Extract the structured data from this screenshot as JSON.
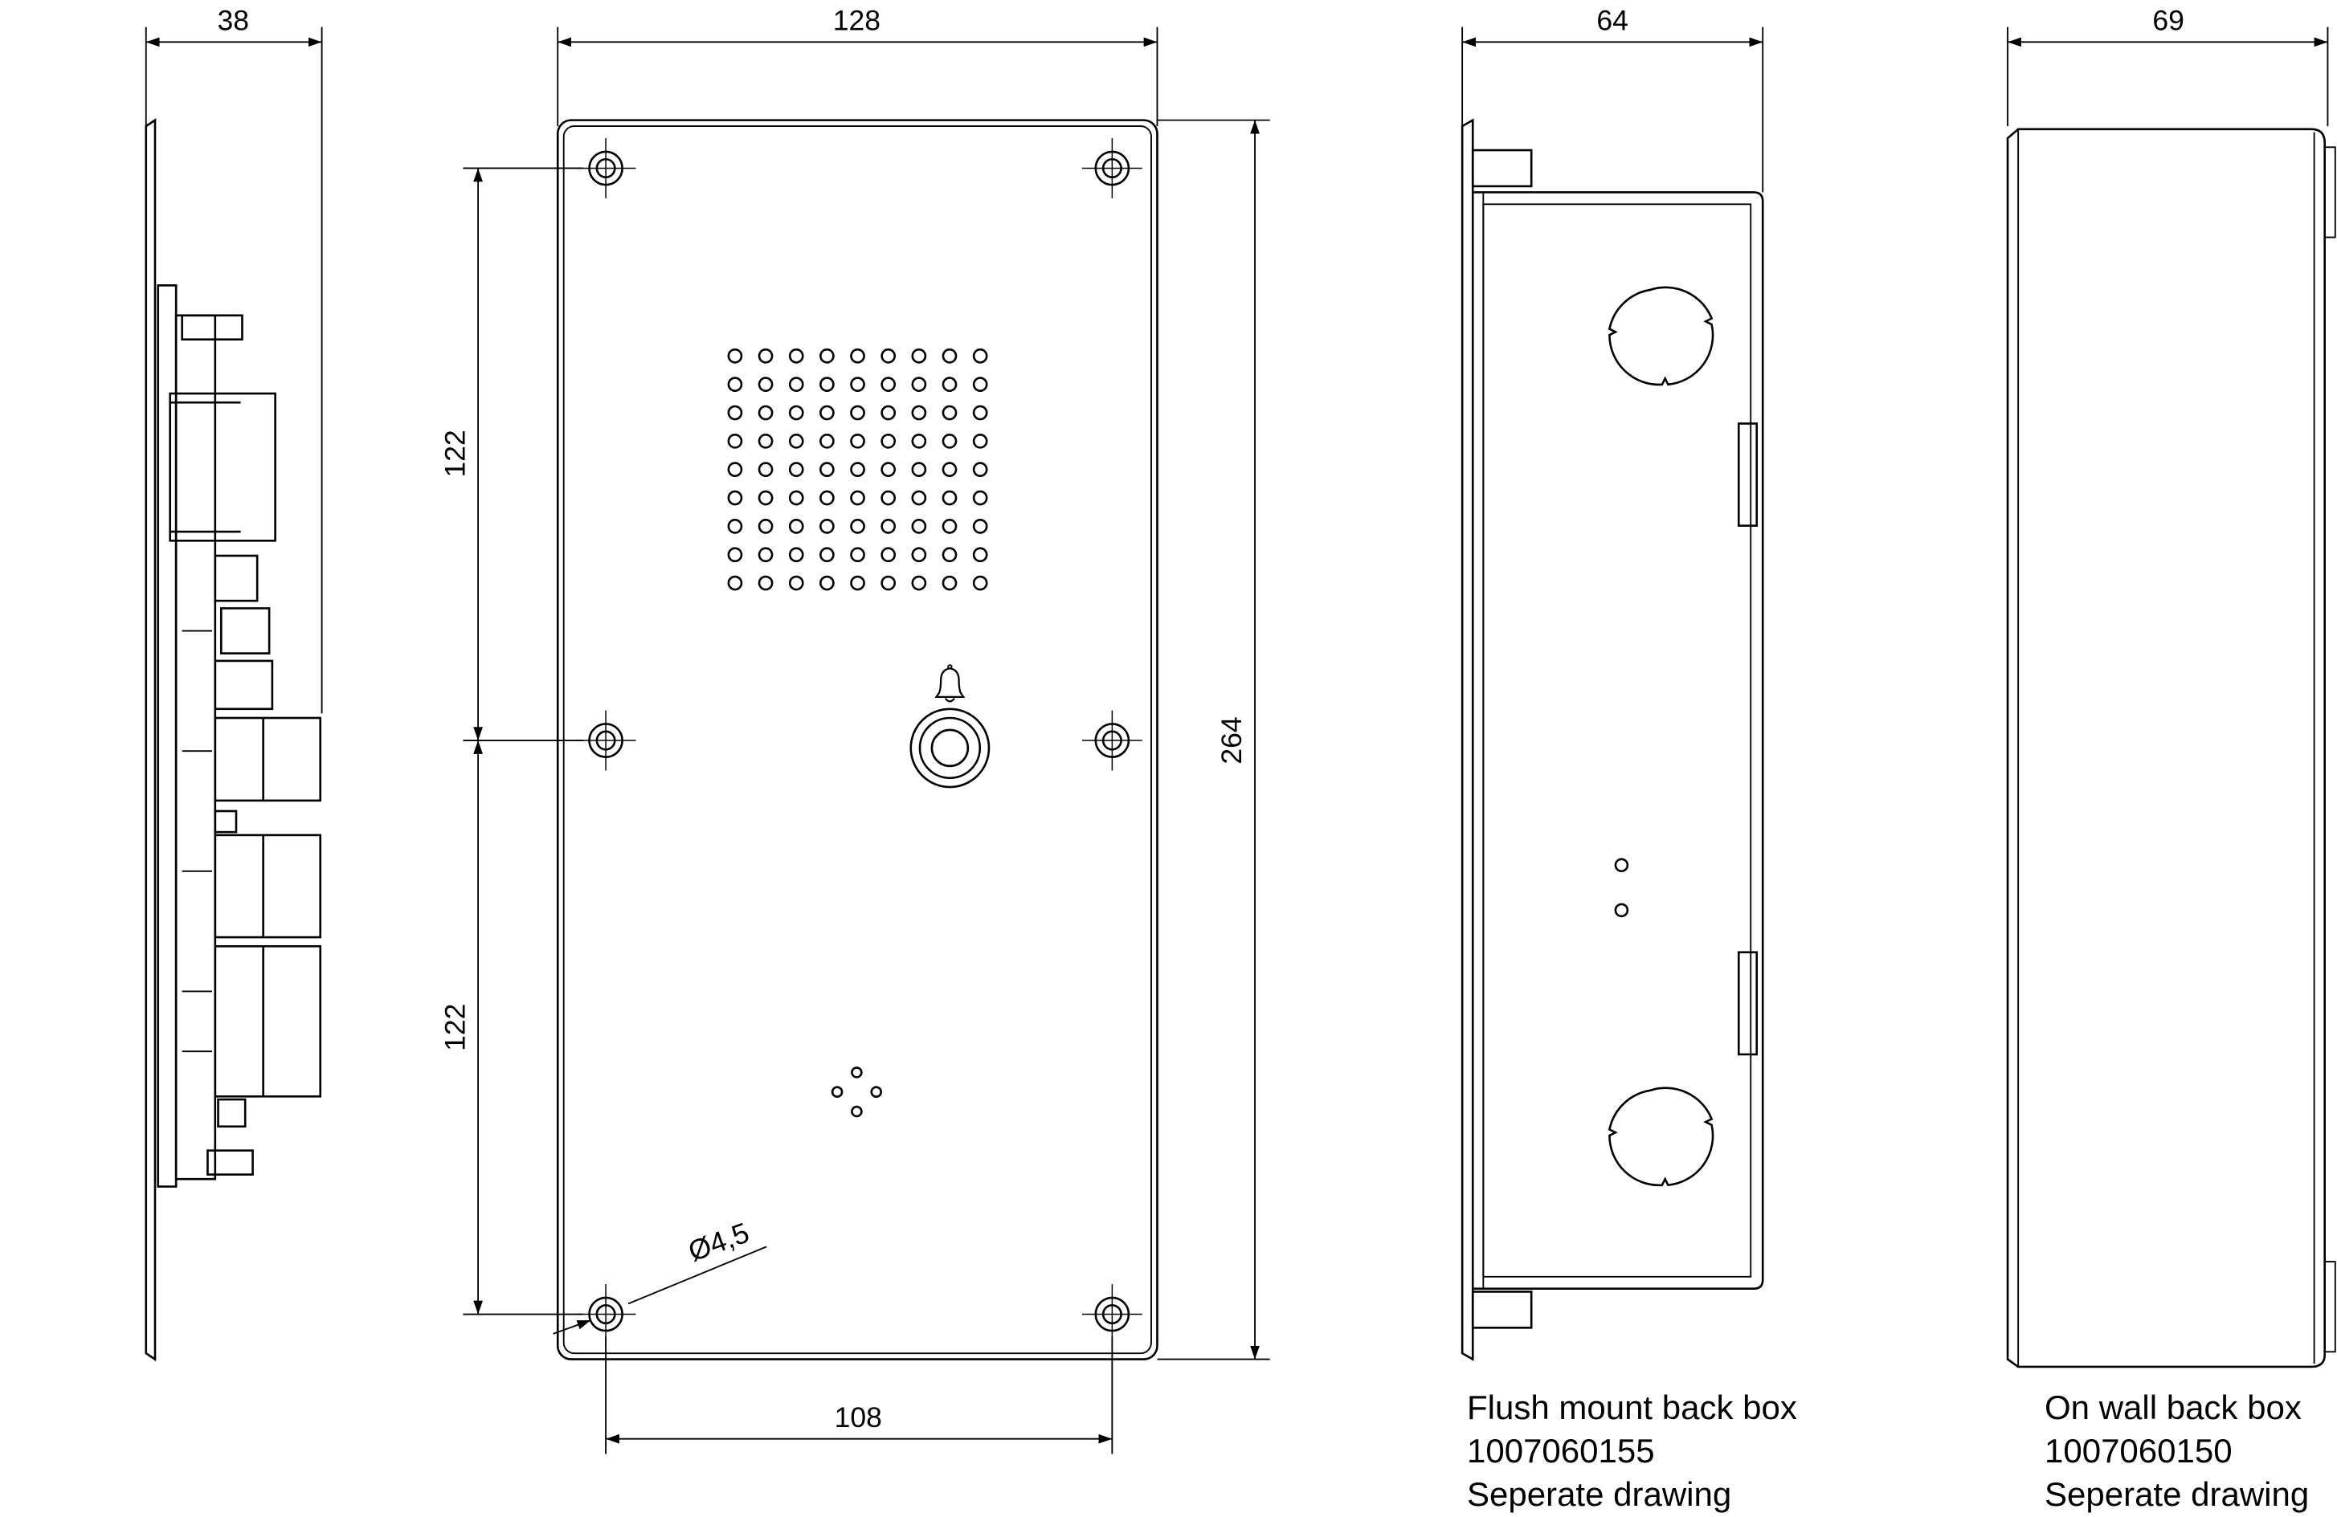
{
  "dimensions": {
    "side_depth": "38",
    "front_width": "128",
    "upper_hole_spacing": "122",
    "lower_hole_spacing": "122",
    "front_height": "264",
    "hole_diameter": "Ø4,5",
    "bottom_hole_spacing": "108",
    "flush_box_depth": "64",
    "wall_box_depth": "69"
  },
  "flush_box": {
    "title": "Flush mount back box",
    "part_number": "1007060155",
    "note": "Seperate drawing"
  },
  "wall_box": {
    "title": "On wall back box",
    "part_number": "1007060150",
    "note": "Seperate drawing"
  },
  "grille": {
    "rows": 9,
    "cols": 9
  },
  "line_color": "#000000"
}
